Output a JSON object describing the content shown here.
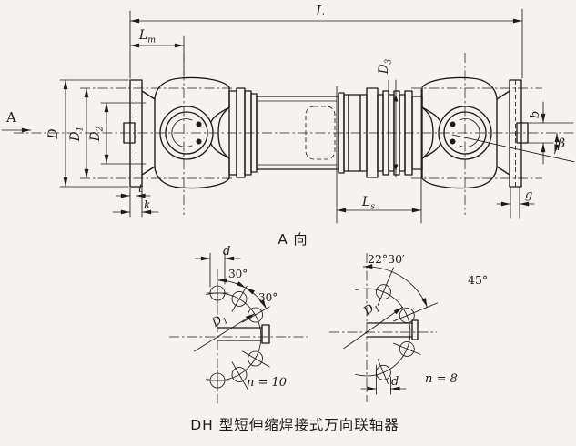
{
  "colors": {
    "paper": "#f4f3f0",
    "ink": "#1d1b18"
  },
  "caption": "DH 型短伸缩焊接式万向联轴器",
  "view_a_label": "A 向",
  "main_view": {
    "view_arrow_label": "A",
    "dims": {
      "L": "L",
      "Lm": {
        "main": "L",
        "sub": "m"
      },
      "Ls": {
        "main": "L",
        "sub": "s"
      },
      "D": "D",
      "D1": {
        "main": "D",
        "sub": "1"
      },
      "D2": {
        "main": "D",
        "sub": "2"
      },
      "D3": {
        "main": "D",
        "sub": "3"
      },
      "b": "b",
      "t": "t",
      "k": "k",
      "g": "g",
      "beta": "β"
    }
  },
  "bolt_views": {
    "left": {
      "hole_diameter": "d",
      "angle_top": "30°",
      "angle_side": "30°",
      "bolt_circle": {
        "main": "D",
        "sub": "1"
      },
      "hole_count": "n = 10"
    },
    "right": {
      "hole_diameter": "d",
      "angle_top": "22°30′",
      "angle_side": "45°",
      "bolt_circle": {
        "main": "D",
        "sub": "1"
      },
      "hole_count": "n = 8"
    }
  }
}
